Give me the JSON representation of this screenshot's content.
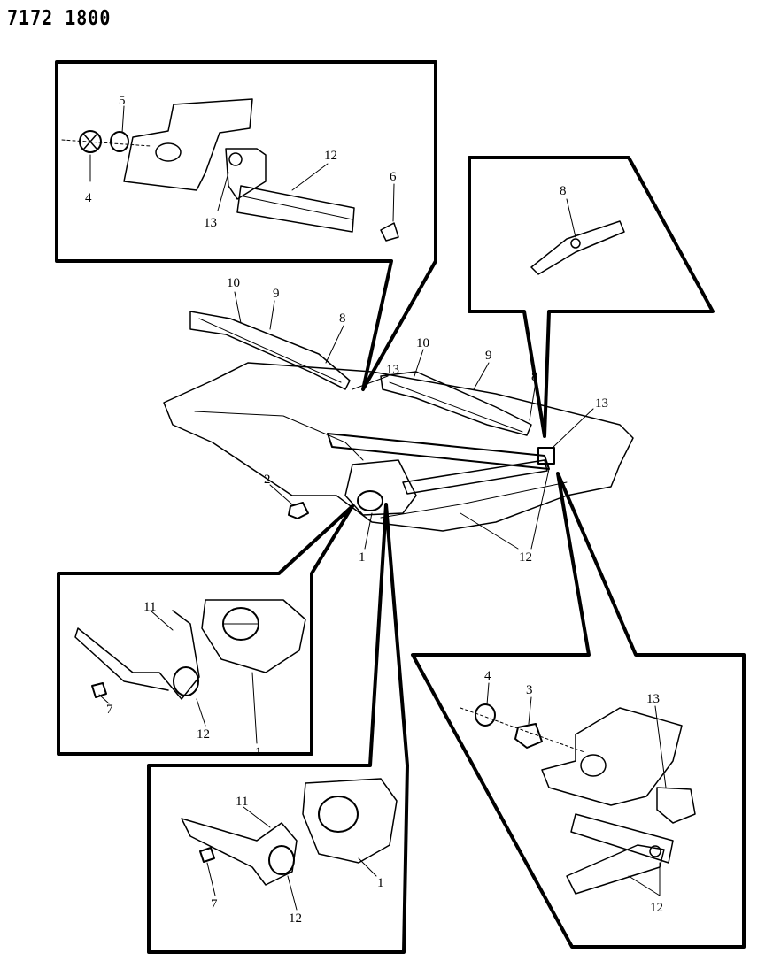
{
  "doc_code": "7172 1800",
  "callouts": {
    "tl_5": "5",
    "tl_4": "4",
    "tl_13": "13",
    "tl_12": "12",
    "tl_6": "6",
    "tr_8": "8",
    "m_10a": "10",
    "m_9a": "9",
    "m_8a": "8",
    "m_13a": "13",
    "m_10b": "10",
    "m_9b": "9",
    "m_8b": "8",
    "m_13b": "13",
    "m_2": "2",
    "m_1": "1",
    "m_12": "12",
    "ml_11": "11",
    "ml_7": "7",
    "ml_12": "12",
    "ml_1": "1",
    "bl_11": "11",
    "bl_7": "7",
    "bl_12": "12",
    "bl_1": "1",
    "br_4": "4",
    "br_3": "3",
    "br_13": "13",
    "br_12": "12"
  }
}
